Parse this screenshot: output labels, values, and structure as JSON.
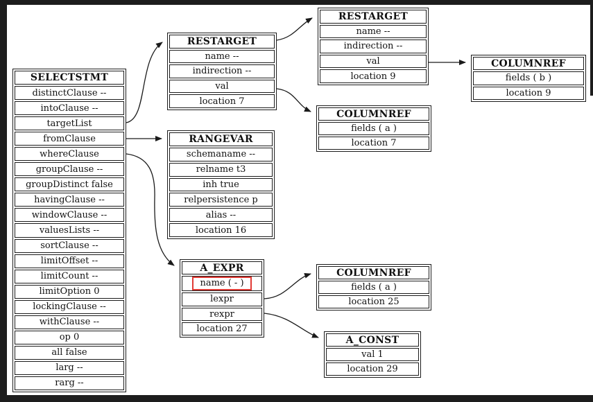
{
  "diagram": {
    "type": "parse-tree",
    "colors": {
      "highlight_red": "#e03a34",
      "line": "#1a1a1a",
      "frame": "#1d1d1d",
      "background": "#ffffff"
    }
  },
  "nodes": {
    "selectstmt": {
      "title": "SELECTSTMT",
      "rows": [
        "distinctClause --",
        "intoClause --",
        "targetList",
        "fromClause",
        "whereClause",
        "groupClause --",
        "groupDistinct false",
        "havingClause --",
        "windowClause --",
        "valuesLists --",
        "sortClause --",
        "limitOffset --",
        "limitCount --",
        "limitOption 0",
        "lockingClause --",
        "withClause --",
        "op 0",
        "all false",
        "larg --",
        "rarg --"
      ]
    },
    "restarget7": {
      "title": "RESTARGET",
      "rows": [
        "name --",
        "indirection --",
        "val",
        "location 7"
      ]
    },
    "restarget9": {
      "title": "RESTARGET",
      "rows": [
        "name --",
        "indirection --",
        "val",
        "location 9"
      ]
    },
    "columnref_b9": {
      "title": "COLUMNREF",
      "rows": [
        "fields ( b )",
        "location 9"
      ]
    },
    "columnref_a7": {
      "title": "COLUMNREF",
      "rows": [
        "fields ( a )",
        "location 7"
      ]
    },
    "rangevar": {
      "title": "RANGEVAR",
      "rows": [
        "schemaname --",
        "relname t3",
        "inh true",
        "relpersistence p",
        "alias --",
        "location 16"
      ]
    },
    "a_expr": {
      "title": "A_EXPR",
      "rows": [
        "name ( - )",
        "lexpr",
        "rexpr",
        "location 27"
      ]
    },
    "columnref_a25": {
      "title": "COLUMNREF",
      "rows": [
        "fields ( a )",
        "location 25"
      ]
    },
    "a_const": {
      "title": "A_CONST",
      "rows": [
        "val 1",
        "location 29"
      ]
    }
  },
  "edges": [
    {
      "from": "selectstmt.targetList",
      "to": "restarget7"
    },
    {
      "from": "selectstmt.fromClause",
      "to": "rangevar"
    },
    {
      "from": "selectstmt.whereClause",
      "to": "a_expr"
    },
    {
      "from": "restarget7",
      "to": "restarget9"
    },
    {
      "from": "restarget7.val",
      "to": "columnref_a7"
    },
    {
      "from": "restarget9.val",
      "to": "columnref_b9"
    },
    {
      "from": "a_expr.lexpr",
      "to": "columnref_a25"
    },
    {
      "from": "a_expr.rexpr",
      "to": "a_const"
    }
  ],
  "highlight": {
    "target": "a_expr.rows.0",
    "note": "red box around name ( - )"
  }
}
